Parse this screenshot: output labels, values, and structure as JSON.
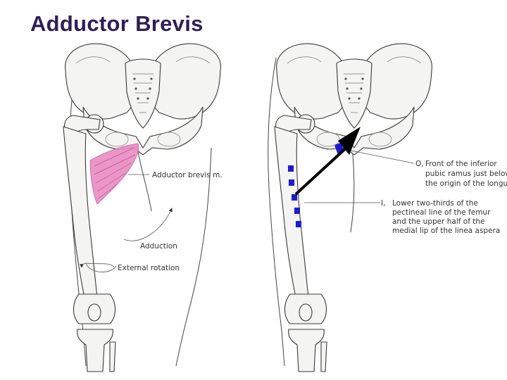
{
  "title": "Adductor Brevis",
  "left_panel": {
    "muscle_label": "Adductor brevis m.",
    "action_1": "Adduction",
    "action_2": "External rotation"
  },
  "right_panel": {
    "origin_marker": "O,",
    "origin_lines": [
      "Front of the inferior",
      "pubic ramus just below",
      "the origin of the longus"
    ],
    "insertion_marker": "I,",
    "insertion_lines": [
      "Lower two-thirds of the",
      "pectineal line of the femur",
      "and the upper half of the",
      "medial lip of the linea aspera"
    ]
  },
  "colors": {
    "title": "#2e1e5a",
    "muscle": "#e88bc4",
    "marker": "#1a1adc",
    "arrow": "#000000"
  }
}
